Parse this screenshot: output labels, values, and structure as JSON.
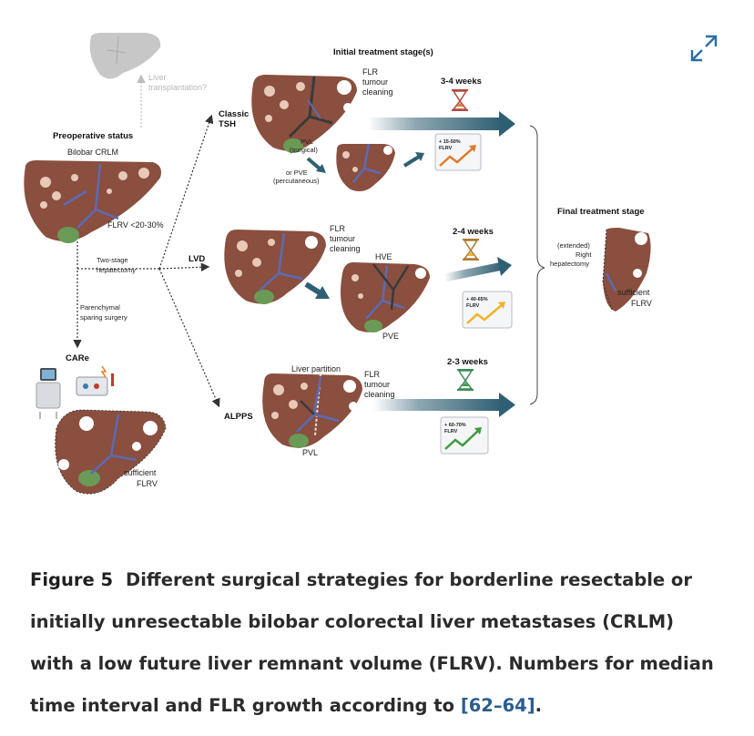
{
  "figure": {
    "labels": {
      "initial_stage": "Initial treatment stage(s)",
      "final_stage": "Final treatment stage",
      "preop_status": "Preoperative status",
      "bilobar": "Bilobar CRLM",
      "flrv_low": "FLRV <20-30%",
      "liver_tx_1": "Liver",
      "liver_tx_2": "transplantation?",
      "two_stage_1": "Two-stage",
      "two_stage_2": "hepatectomy",
      "parenchymal_1": "Parenchymal",
      "parenchymal_2": "sparing surgery",
      "care": "CARe",
      "classic_1": "Classic",
      "classic_2": "TSH",
      "lvd": "LVD",
      "alpps": "ALPPS",
      "flr_clean_1": "FLR",
      "flr_clean_2": "tumour",
      "flr_clean_3": "cleaning",
      "pvl_surgical_1": "PVL",
      "pvl_surgical_2": "(surgical)",
      "pve_perc_1": "or PVE",
      "pve_perc_2": "(percutaneous)",
      "hve": "HVE",
      "pve": "PVE",
      "liver_partition": "Liver partition",
      "pvl": "PVL",
      "sufficient": "sufficient",
      "flrv": "FLRV",
      "final_1": "(extended)",
      "final_2": "Right",
      "final_3": "hepatectomy"
    },
    "timelines": [
      {
        "duration": "3-4 weeks",
        "growth": "+ 15-50%",
        "growth_unit": "FLRV",
        "color": "#e07b2a",
        "hourglass": "#b34a3f"
      },
      {
        "duration": "2-4 weeks",
        "growth": "+ 40-65%",
        "growth_unit": "FLRV",
        "color": "#f0b429",
        "hourglass": "#b07a35"
      },
      {
        "duration": "2-3 weeks",
        "growth": "+ 60-70%",
        "growth_unit": "FLRV",
        "color": "#3f9a3f",
        "hourglass": "#3d8c5a"
      }
    ],
    "colors": {
      "liver": "#8a4f3f",
      "liver_edge": "#6e3a2e",
      "tumour": "#e8c9b8",
      "vessel": "#5b6bb6",
      "gallbladder": "#6a9a55",
      "arrow": "#2f5f72",
      "grey_liver": "#c7c7c7"
    }
  },
  "icons": {
    "expand": "expand-diagonal-arrows-icon"
  },
  "caption": {
    "label": "Figure 5",
    "text": "Different surgical strategies for borderline resectable or initially unresectable bilobar colorectal liver metastases (CRLM) with a low future liver remnant volume (FLRV). Numbers for median time interval and FLR growth according to ",
    "ref": "[62–64]",
    "end": "."
  }
}
